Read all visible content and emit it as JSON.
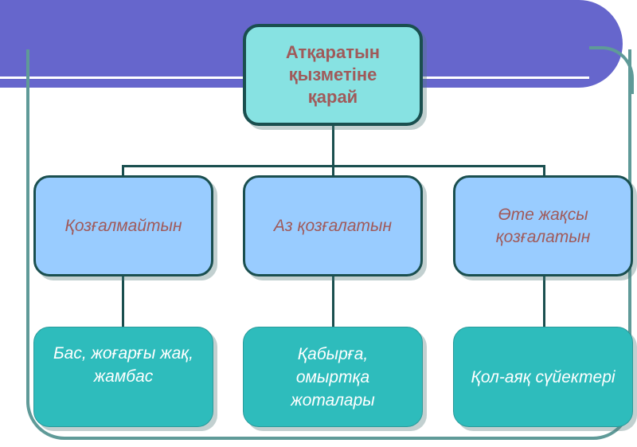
{
  "diagram": {
    "root": {
      "label": "Атқаратын\nқызметіне\nқарай"
    },
    "categories": [
      {
        "label": "Қозғалмайтын",
        "child": "Бас, жоғарғы жақ,\nжамбас"
      },
      {
        "label": "Аз қозғалатын",
        "child": "Қабырға,\nомыртқа\nжоталары"
      },
      {
        "label": "Өте жақсы\nқозғалатын",
        "child": "Қол-аяқ сүйектері"
      }
    ]
  },
  "colors": {
    "banner": "#6666cc",
    "frame": "#5f9a98",
    "root_fill": "#87e2e2",
    "box_border": "#1a4f4f",
    "mid_fill": "#99ccff",
    "leaf_fill": "#2ebcbc",
    "dark_text": "#a05a5a",
    "light_text": "#ffffff"
  }
}
